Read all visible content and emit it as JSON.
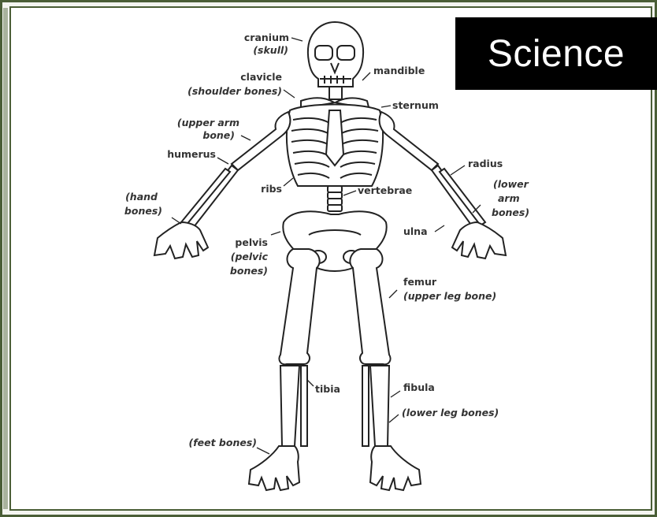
{
  "badge": {
    "text": "Science"
  },
  "labels": {
    "cranium": "cranium",
    "skull": "(skull)",
    "mandible": "mandible",
    "clavicle": "clavicle",
    "shoulder_bones": "(shoulder bones)",
    "sternum": "sternum",
    "upper_arm_1": "(upper arm",
    "upper_arm_2": "bone)",
    "humerus": "humerus",
    "radius": "radius",
    "ribs": "ribs",
    "vertebrae": "vertebrae",
    "lower_arm_1": "(lower",
    "lower_arm_2": "arm",
    "lower_arm_3": "bones)",
    "hand_1": "(hand",
    "hand_2": "bones)",
    "ulna": "ulna",
    "pelvis": "pelvis",
    "pelvic_1": "(pelvic",
    "pelvic_2": "bones)",
    "femur": "femur",
    "upper_leg": "(upper leg bone)",
    "tibia": "tibia",
    "fibula": "fibula",
    "lower_leg": "(lower leg bones)",
    "feet": "(feet bones)"
  }
}
